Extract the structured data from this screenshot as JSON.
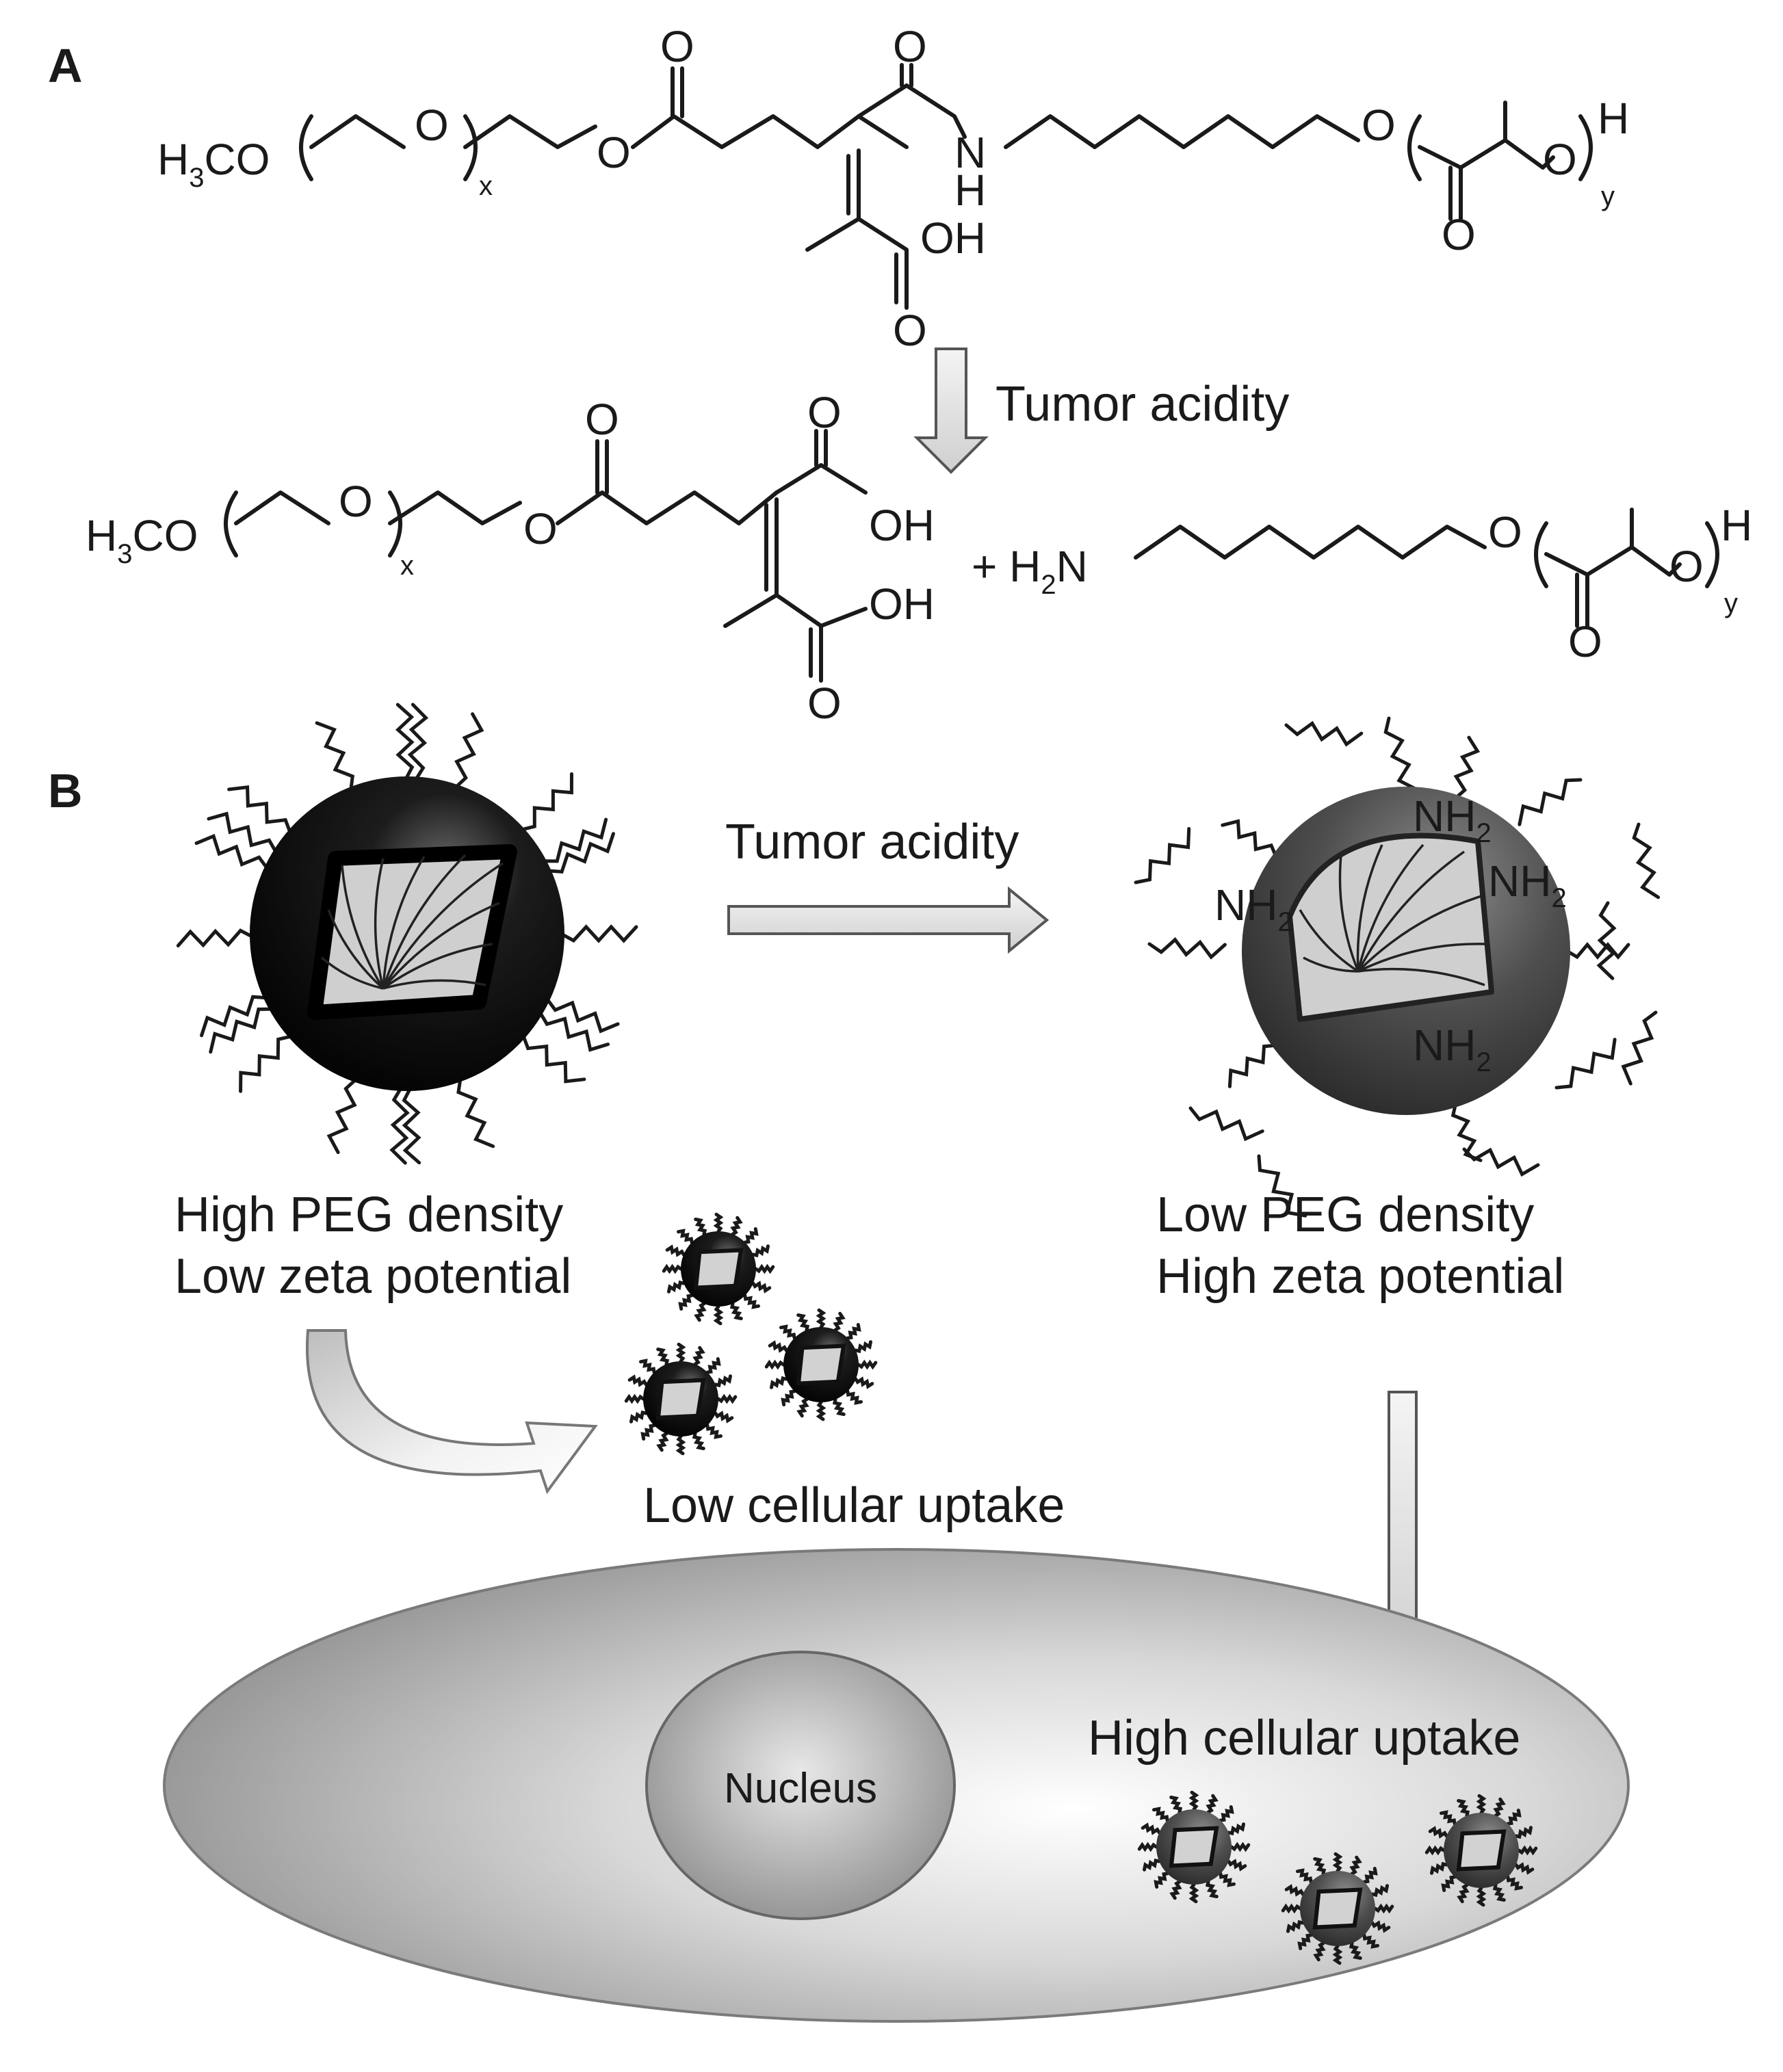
{
  "panels": {
    "a": "A",
    "b": "B"
  },
  "scheme_a": {
    "reactant": {
      "h3co": "H",
      "h3co_sub": "3",
      "h3co_tail": "CO",
      "o_peg": "O",
      "x_sub": "x",
      "o_ester": "O",
      "o_carbonyl1": "O",
      "o_carbonyl2": "O",
      "amide_n": "N",
      "amide_h": "H",
      "acid_oh": "OH",
      "acid_o": "O",
      "o_pla": "O",
      "o_pla_ring": "O",
      "o_pla_carbonyl": "O",
      "h_end": "H",
      "y_sub": "y"
    },
    "arrow_label": "Tumor acidity",
    "products": {
      "h3co": "H",
      "h3co_sub": "3",
      "h3co_tail": "CO",
      "o_peg": "O",
      "x_sub": "x",
      "o_ester": "O",
      "o_carbonyl1": "O",
      "acid1_o": "O",
      "acid1_oh": "OH",
      "acid2_oh": "OH",
      "acid2_o": "O",
      "plus_h2n": "+ H",
      "h2n_sub": "2",
      "h2n_tail": "N",
      "o_pla": "O",
      "o_pla_ring": "O",
      "o_pla_carbonyl": "O",
      "h_end": "H",
      "y_sub": "y"
    }
  },
  "scheme_b": {
    "arrow_label": "Tumor acidity",
    "nh2": "NH",
    "nh2_sub": "2",
    "left_label_1": "High PEG density",
    "left_label_2": "Low zeta potential",
    "right_label_1": "Low PEG density",
    "right_label_2": "High zeta potential",
    "low_uptake": "Low cellular uptake",
    "high_uptake": "High cellular uptake",
    "nucleus": "Nucleus"
  },
  "colors": {
    "ink": "#1a1a1a",
    "particle_dark": "#111111",
    "particle_grey": "#5a5a5a",
    "core_fill": "#cfcfcf",
    "cell": "#9a9a9a",
    "arrow_fill": "#e6e6e6"
  }
}
